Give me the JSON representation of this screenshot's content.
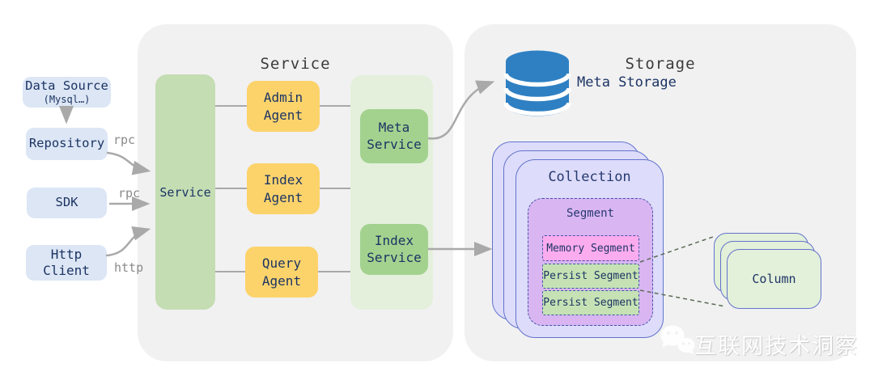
{
  "palette": {
    "panel_gray": "#f1f1f2",
    "client_blue": "#dce6f5",
    "service_green_bar": "#c4ddb3",
    "agent_yellow": "#fcd36b",
    "inner_panel_green": "#e4f0dc",
    "service_box_green": "#a3d28f",
    "db_blue": "#2e80c3",
    "collection_lavender": "#dddcfa",
    "segment_purple": "#d9b5f2",
    "memory_pink": "#fbacef",
    "persist_green": "#c6e2b5",
    "column_green": "#e3f0da",
    "navy_text": "#1c3463",
    "line_gray": "#a9a9a9"
  },
  "clients": {
    "data_source": {
      "label": "Data Source",
      "sublabel": "(Mysql…)"
    },
    "repository": {
      "label": "Repository"
    },
    "sdk": {
      "label": "SDK"
    },
    "http_client": {
      "label": "Http Client"
    }
  },
  "edge_labels": {
    "repository": "rpc",
    "sdk": "rpc",
    "http_client": "http"
  },
  "service": {
    "title": "Service",
    "bar_label": "Service",
    "agents": [
      {
        "label": "Admin Agent"
      },
      {
        "label": "Index Agent"
      },
      {
        "label": "Query Agent"
      }
    ],
    "meta_service": "Meta Service",
    "index_service": "Index Service"
  },
  "storage": {
    "title": "Storage",
    "meta_storage": "Meta Storage",
    "collection_label": "Collection",
    "segment_label": "Segment",
    "segments": [
      {
        "label": "Memory Segment",
        "type": "memory"
      },
      {
        "label": "Persist Segment",
        "type": "persist"
      },
      {
        "label": "Persist Segment",
        "type": "persist"
      }
    ],
    "column_label": "Column"
  },
  "watermark": {
    "text": "互联网技术洞察"
  }
}
